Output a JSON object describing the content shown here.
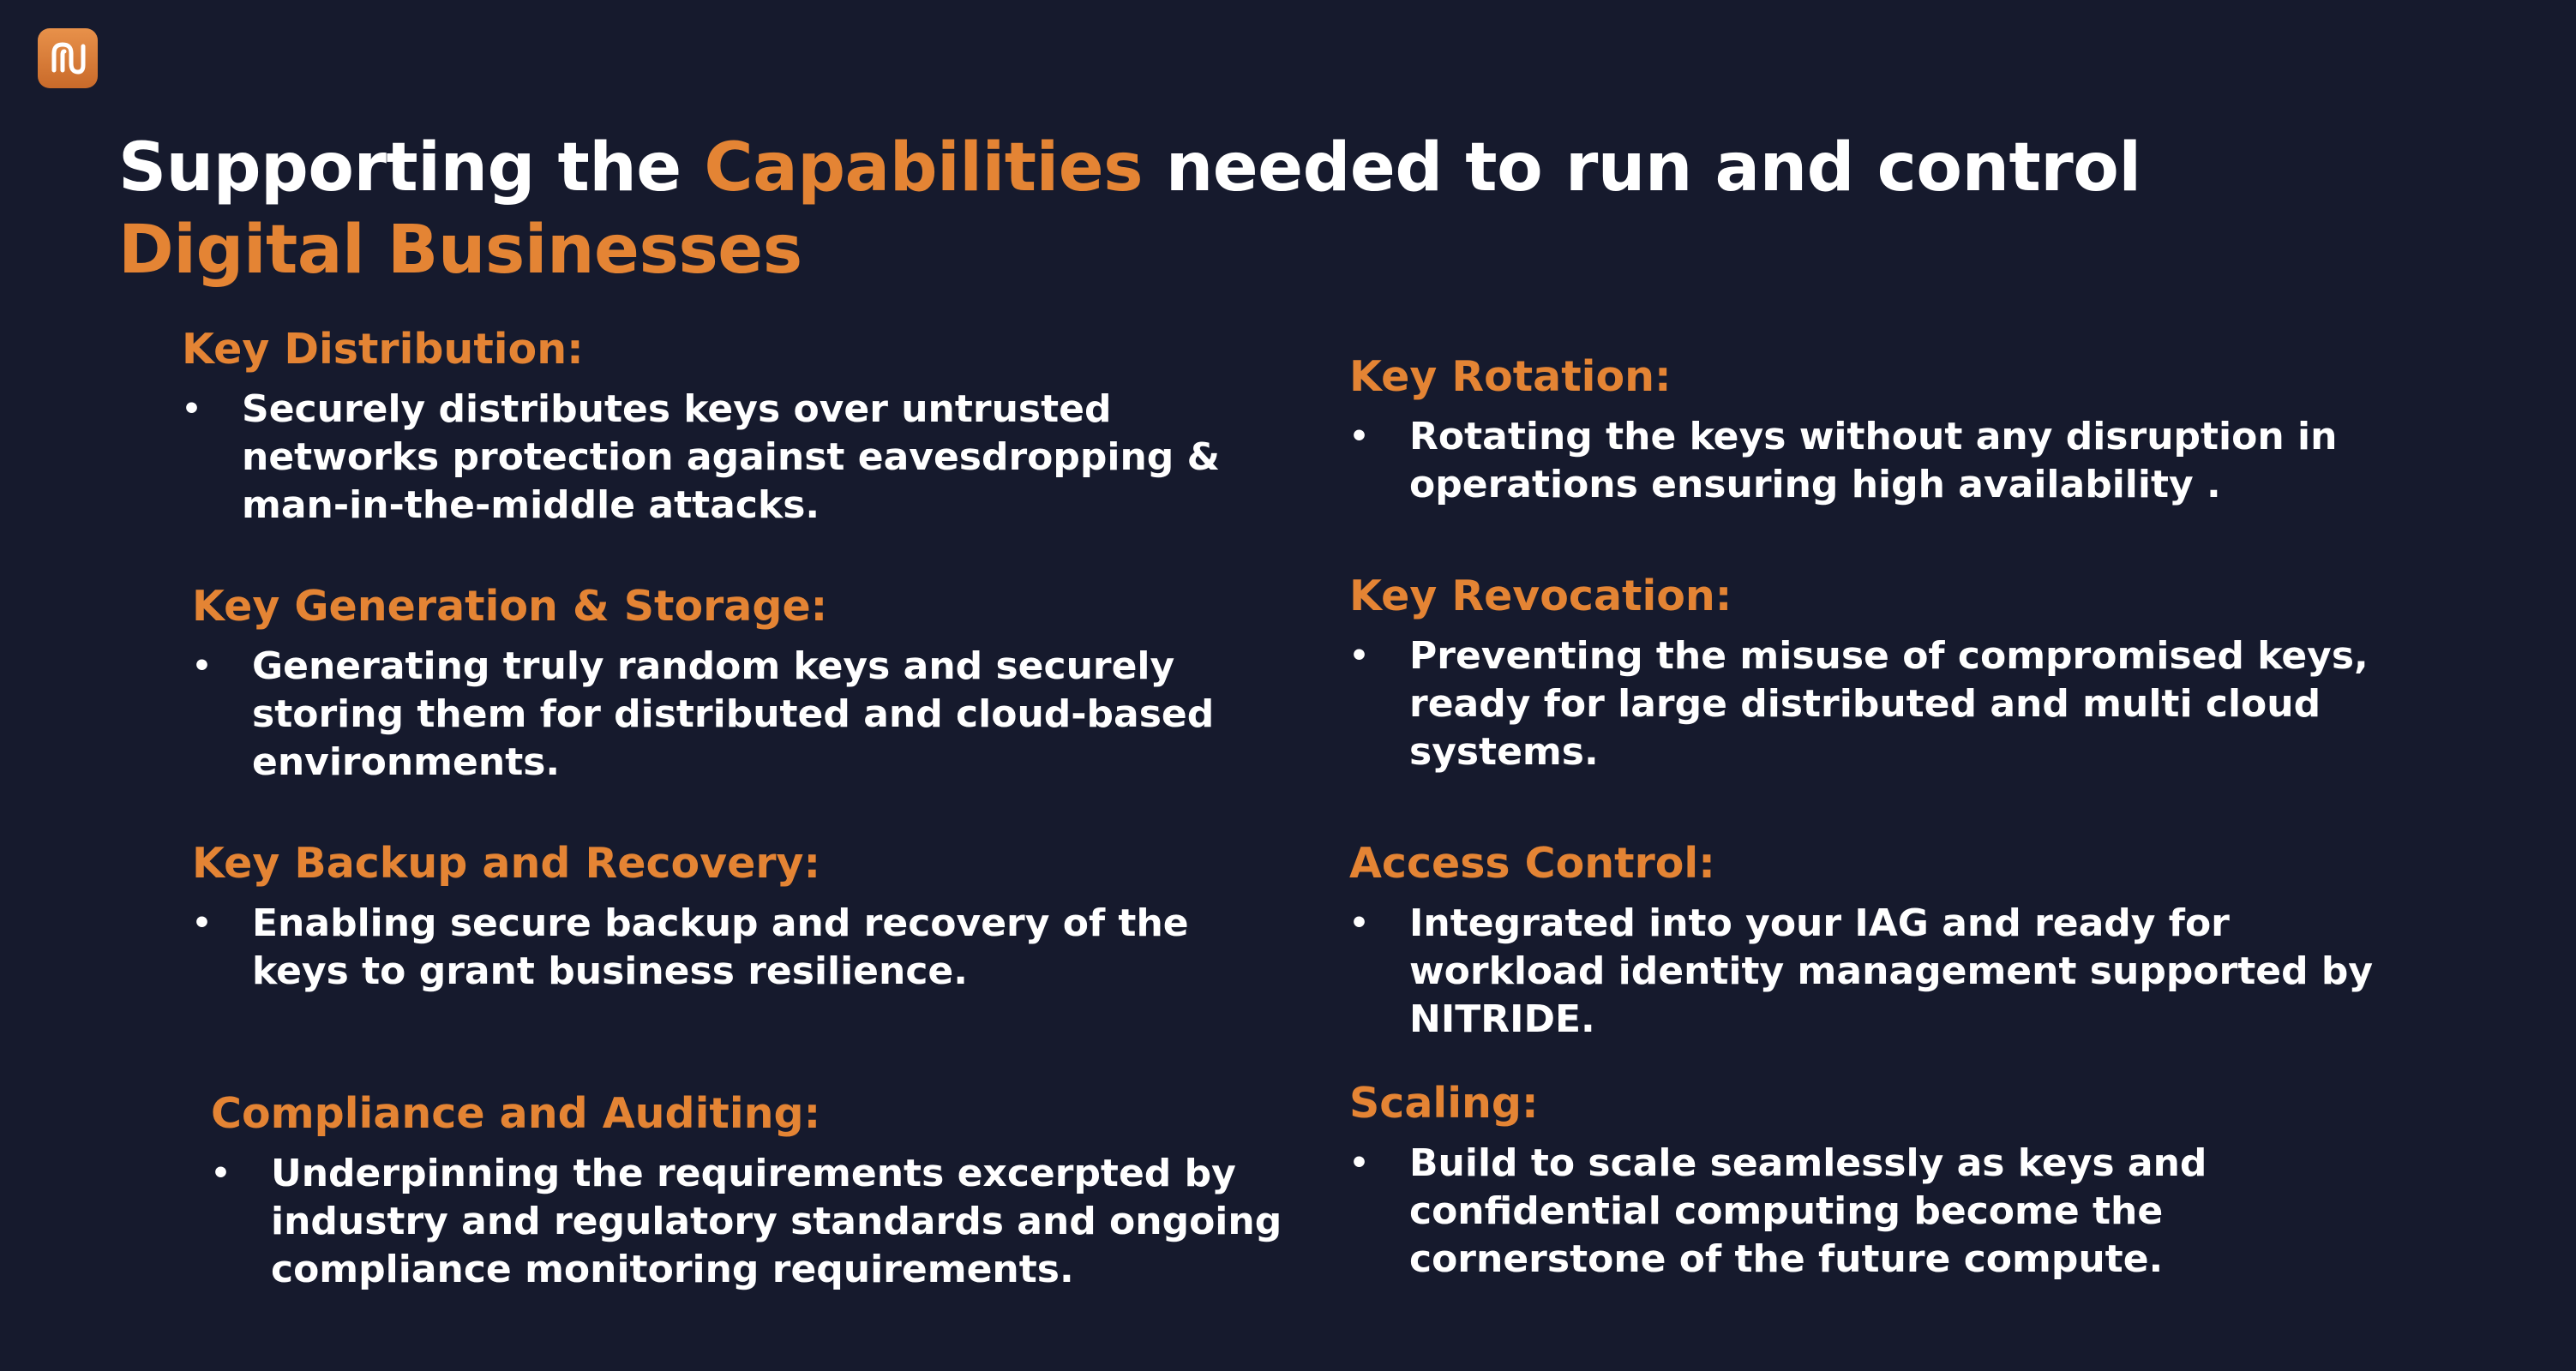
{
  "colors": {
    "background": "#161a2d",
    "accent": "#e48434",
    "text": "#ffffff"
  },
  "logo": {
    "icon": "nitride-logo-icon"
  },
  "title": {
    "part1": "Supporting the ",
    "part2": "Capabilities",
    "part3": " needed to run and control",
    "part4": "Digital Businesses"
  },
  "bullet_symbol": "•",
  "left": [
    {
      "heading": "Key Distribution:",
      "lines": [
        "Securely distributes keys over untrusted",
        "networks protection against eavesdropping &",
        "man-in-the-middle attacks."
      ]
    },
    {
      "heading": "Key Generation & Storage:",
      "lines": [
        "Generating truly random keys and securely",
        "storing them for distributed and cloud-based",
        "environments."
      ]
    },
    {
      "heading": "Key Backup and Recovery:",
      "lines": [
        "Enabling secure backup and recovery of the",
        "keys to grant business resilience."
      ]
    },
    {
      "heading": "Compliance and Auditing:",
      "lines": [
        "Underpinning the requirements excerpted by",
        "industry and regulatory standards and ongoing",
        "compliance monitoring requirements."
      ]
    }
  ],
  "right": [
    {
      "heading": "Key Rotation:",
      "lines": [
        "Rotating the keys without any disruption in",
        "operations ensuring high availability ."
      ]
    },
    {
      "heading": "Key Revocation:",
      "lines": [
        "Preventing the misuse of compromised keys,",
        "ready for large distributed and multi cloud",
        "systems."
      ]
    },
    {
      "heading": "Access Control:",
      "lines": [
        "Integrated into your IAG and ready for",
        "workload identity management supported by",
        "NITRIDE."
      ]
    },
    {
      "heading": "Scaling:",
      "lines": [
        "Build to scale seamlessly as keys and",
        "confidential computing become the",
        "cornerstone of the future compute."
      ]
    }
  ]
}
